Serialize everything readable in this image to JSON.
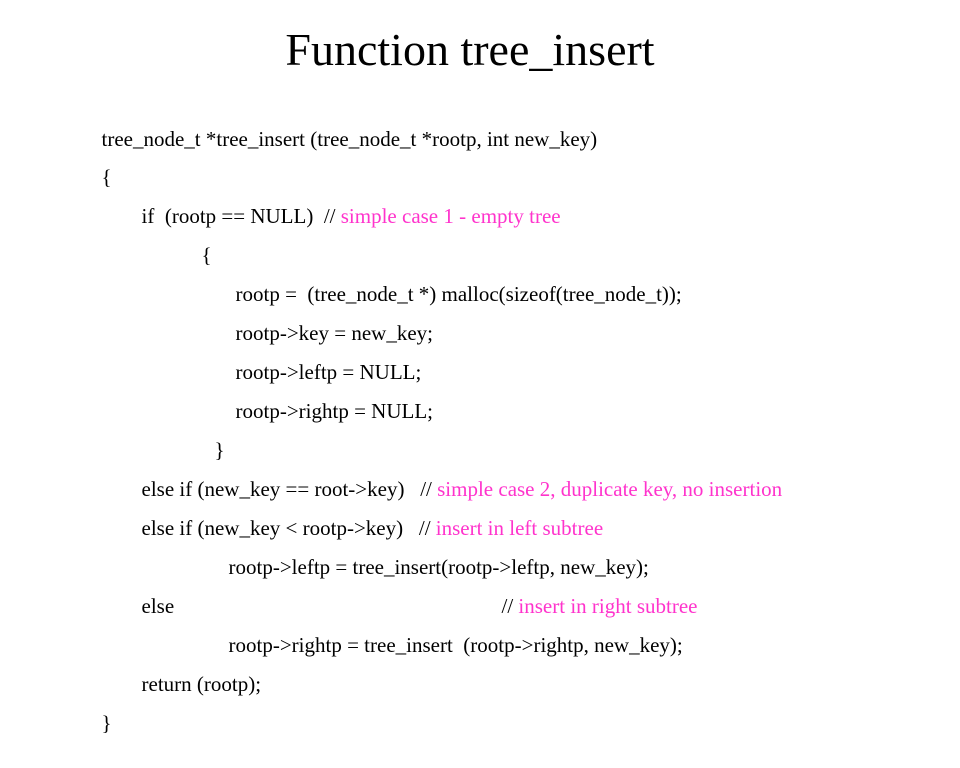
{
  "slide": {
    "title": "Function tree_insert",
    "code_lines": [
      {
        "code": "tree_node_t *tree_insert (tree_node_t *rootp, int new_key)",
        "comment_prefix": "",
        "comment": ""
      },
      {
        "code": "{",
        "comment_prefix": "",
        "comment": ""
      },
      {
        "code": "if  (rootp == NULL)  ",
        "comment_prefix": "// ",
        "comment": "simple case 1 - empty tree"
      },
      {
        "code": "{",
        "comment_prefix": "",
        "comment": ""
      },
      {
        "code": "rootp =  (tree_node_t *) malloc(sizeof(tree_node_t));",
        "comment_prefix": "",
        "comment": ""
      },
      {
        "code": "rootp->key = new_key;",
        "comment_prefix": "",
        "comment": ""
      },
      {
        "code": "rootp->leftp = NULL;",
        "comment_prefix": "",
        "comment": ""
      },
      {
        "code": "rootp->rightp = NULL;",
        "comment_prefix": "",
        "comment": ""
      },
      {
        "code": "}",
        "comment_prefix": "",
        "comment": ""
      },
      {
        "code": "else if (new_key == root->key)   ",
        "comment_prefix": "// ",
        "comment": "simple case 2, duplicate key, no insertion"
      },
      {
        "code": "else if (new_key < rootp->key)   ",
        "comment_prefix": "// ",
        "comment": "insert in left subtree"
      },
      {
        "code": "rootp->leftp = tree_insert(rootp->leftp, new_key);",
        "comment_prefix": "",
        "comment": ""
      },
      {
        "code": "else",
        "comment_prefix": "",
        "comment": ""
      },
      {
        "code": "",
        "comment_prefix": "// ",
        "comment": "insert in right subtree"
      },
      {
        "code": "rootp->rightp = tree_insert  (rootp->rightp, new_key);",
        "comment_prefix": "",
        "comment": ""
      },
      {
        "code": "return (rootp);",
        "comment_prefix": "",
        "comment": ""
      },
      {
        "code": "}",
        "comment_prefix": "",
        "comment": ""
      }
    ]
  },
  "colors": {
    "text": "#000000",
    "comment": "#ff33cc",
    "background": "#ffffff"
  }
}
